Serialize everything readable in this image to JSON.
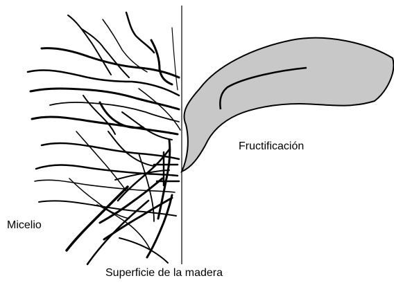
{
  "labels": {
    "fruiting_body": "Fructificación",
    "mycelium": "Micelio",
    "surface": "Superficie de la madera"
  },
  "colors": {
    "ink": "#000000",
    "fruiting_body_fill": "#c8c8c8",
    "background": "#ffffff"
  }
}
